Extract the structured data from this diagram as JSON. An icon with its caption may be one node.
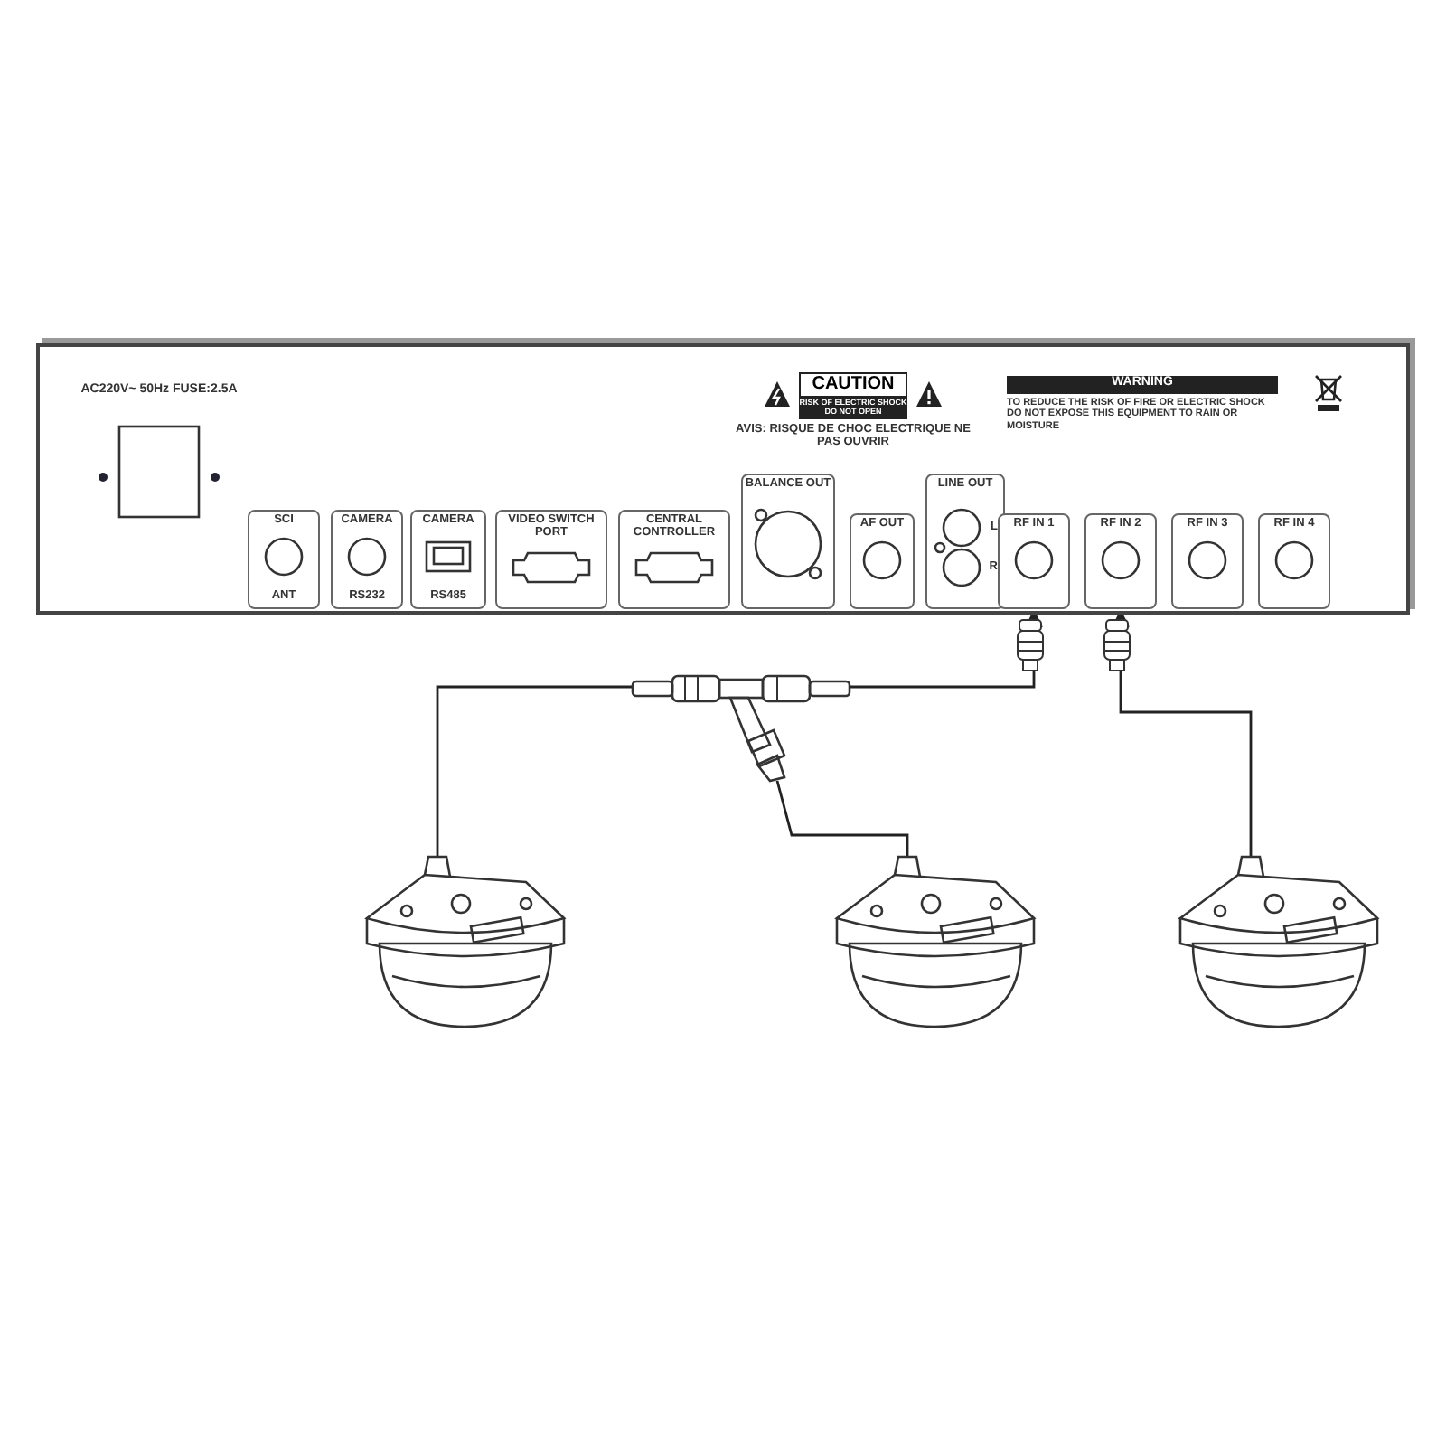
{
  "diagram": {
    "nodes": [
      {
        "text": [],
        "shape": "box"
      },
      {
        "text": [
          "AC220V~ 50Hz FUSE:2.5A"
        ],
        "in": 0
      },
      {
        "text": [
          "SCI",
          "ANT"
        ],
        "in": 0
      },
      {
        "text": [
          "CAMERA",
          "RS232"
        ],
        "in": 0
      },
      {
        "text": [
          "CAMERA",
          "RS485"
        ],
        "in": 0
      },
      {
        "text": [
          "VIDEO SWITCH PORT"
        ],
        "in": 0
      },
      {
        "text": [
          "CENTRAL CONTROLLER"
        ],
        "in": 0
      },
      {
        "text": [
          "BALANCE OUT"
        ],
        "in": 0
      },
      {
        "text": [
          "AF OUT"
        ],
        "in": 0
      },
      {
        "text": [
          "LINE OUT",
          "L",
          "R"
        ],
        "in": 0
      },
      {
        "text": [
          "RF IN 1"
        ],
        "in": 0
      },
      {
        "text": [
          "RF IN 2"
        ],
        "in": 0
      },
      {
        "text": [
          "RF IN 3"
        ],
        "in": 0
      },
      {
        "text": [
          "RF IN 4"
        ],
        "in": 0
      },
      {
        "text": [],
        "shape": "picture"
      },
      {
        "text": [],
        "shape": "picture"
      },
      {
        "text": [],
        "shape": "picture"
      },
      {
        "text": [],
        "shape": "picture"
      }
    ],
    "edges": [
      {
        "from": 15,
        "to": 14,
        "arrow": "none"
      },
      {
        "from": 16,
        "to": 14,
        "arrow": "none"
      },
      {
        "from": 14,
        "to": 10,
        "arrow": "to"
      },
      {
        "from": 17,
        "to": 11,
        "arrow": "to"
      }
    ],
    "labels": [
      "CAUTION",
      "RISK OF ELECTRIC SHOCK DO NOT OPEN",
      "AVIS: RISQUE DE CHOC ELECTRIQUE NE PAS OUVRIR",
      "WARNING",
      "TO REDUCE THE RISK OF FIRE OR ELECTRIC SHOCK DO NOT EXPOSE THIS EQUIPMENT TO RAIN OR MOISTURE"
    ]
  }
}
